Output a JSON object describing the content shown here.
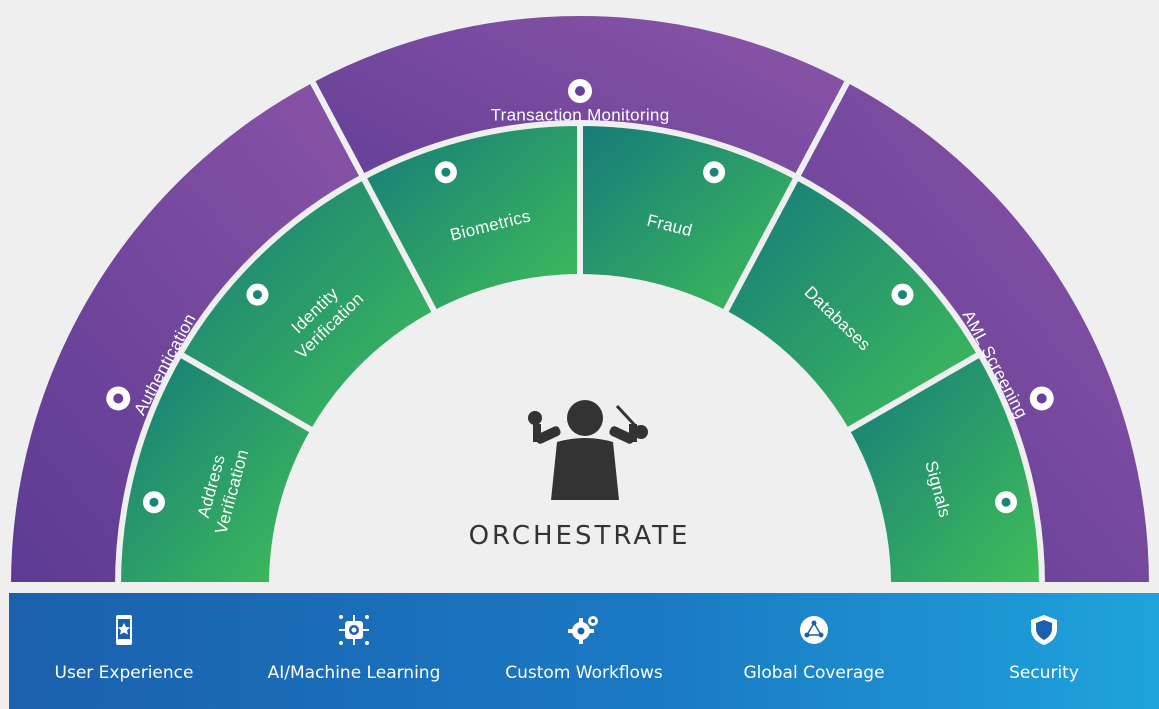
{
  "outer_ring": {
    "segments": [
      {
        "label": "Authentication",
        "icon": "network-user-icon"
      },
      {
        "label": "Transaction Monitoring",
        "icon": "person-circle-icon"
      },
      {
        "label": "AML Screening",
        "icon": "magnifier-user-icon"
      }
    ]
  },
  "inner_ring": {
    "segments": [
      {
        "label_lines": [
          "Address",
          "Verification"
        ],
        "icon": "id-card-check-icon"
      },
      {
        "label_lines": [
          "Identity",
          "Verification"
        ],
        "icon": "face-check-icon"
      },
      {
        "label_lines": [
          "Biometrics"
        ],
        "icon": "face-mesh-icon"
      },
      {
        "label_lines": [
          "Fraud"
        ],
        "icon": "thief-icon"
      },
      {
        "label_lines": [
          "Databases"
        ],
        "icon": "database-icon"
      },
      {
        "label_lines": [
          "Signals"
        ],
        "icon": "bell-icon"
      }
    ]
  },
  "center": {
    "title": "ORCHESTRATE",
    "icon": "conductor-icon"
  },
  "bottom_bar": {
    "items": [
      {
        "label": "User Experience",
        "icon": "mobile-star-icon"
      },
      {
        "label": "AI/Machine Learning",
        "icon": "ai-chip-icon"
      },
      {
        "label": "Custom Workflows",
        "icon": "gears-icon"
      },
      {
        "label": "Global Coverage",
        "icon": "globe-network-icon"
      },
      {
        "label": "Security",
        "icon": "shield-icon"
      }
    ]
  },
  "colors": {
    "background": "#efefef",
    "outer_purple_dark": "#5e3a92",
    "outer_purple_light": "#8a55a8",
    "inner_teal": "#1a8577",
    "inner_green": "#3dbb5a",
    "bar_blue_dark": "#1b60ad",
    "bar_blue_light": "#1ea3dc",
    "center_text": "#333333"
  }
}
